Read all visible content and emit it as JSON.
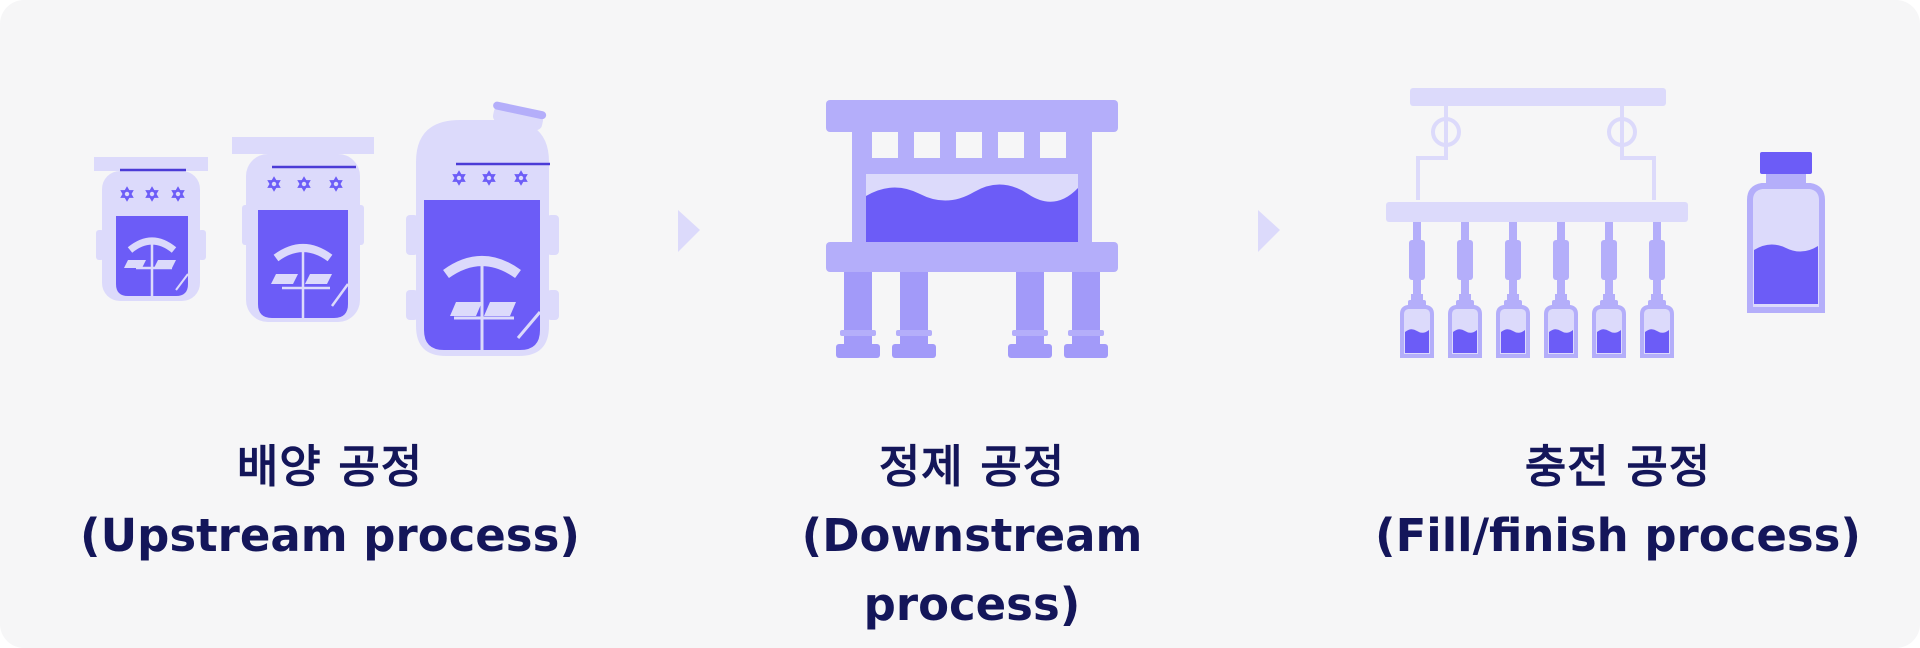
{
  "stages": [
    {
      "title": "배양 공정",
      "subtitle": "(Upstream process)"
    },
    {
      "title": "정제 공정",
      "subtitle": "(Downstream process)"
    },
    {
      "title": "충전 공정",
      "subtitle": "(Fill/finish process)"
    }
  ],
  "colors": {
    "background": "#f6f6f7",
    "light_lavender": "#dcdafb",
    "mid_lavender": "#b4aefa",
    "medium_purple": "#a29af9",
    "deep_purple": "#6c5cf7",
    "dark_line": "#4b3bd6",
    "text": "#14165a"
  }
}
